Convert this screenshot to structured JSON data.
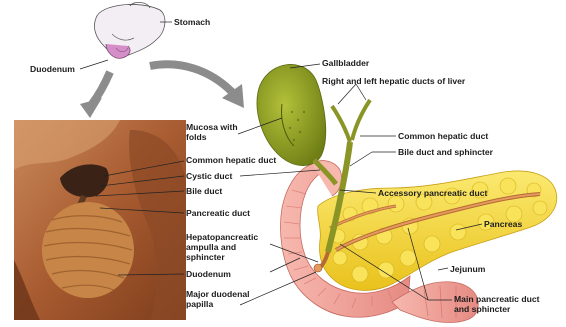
{
  "colors": {
    "background": "#ffffff",
    "stomach_icon": "#f2eef3",
    "duodenum_icon": "#d68ec9",
    "arrow_gray": "#8c8c8c",
    "photo_tissue": "#b96c3e",
    "photo_dark": "#4a2a1a",
    "gallbladder": "#7f8f1c",
    "bile_duct": "#8a9526",
    "duodenum": "#f2a39a",
    "duodenum_dark": "#d97a73",
    "pancreas": "#f4d63a",
    "pancreas_light": "#fbe970",
    "pancreatic_duct": "#d2844a",
    "label_text": "#1c1c1c",
    "leader_line": "#222222"
  },
  "icons": [
    "stomach-icon",
    "photo-dissection",
    "gallbladder-illustration",
    "pancreas-illustration",
    "duodenum-illustration"
  ],
  "labels": {
    "stomach": "Stomach",
    "duodenum_top": "Duodenum",
    "gallbladder": "Gallbladder",
    "hepatic_ducts": "Right and left hepatic ducts of liver",
    "mucosa": "Mucosa with folds",
    "common_hepatic_photo": "Common hepatic duct",
    "cystic_duct": "Cystic duct",
    "bile_duct": "Bile duct",
    "pancreatic_duct": "Pancreatic duct",
    "hepatopancreatic": "Hepatopancreatic ampulla and sphincter",
    "duodenum_photo": "Duodenum",
    "major_papilla": "Major duodenal papilla",
    "common_hepatic_right": "Common hepatic duct",
    "bile_duct_sphincter": "Bile duct and sphincter",
    "accessory": "Accessory pancreatic duct",
    "pancreas": "Pancreas",
    "jejunum": "Jejunum",
    "main_pancreatic": "Main pancreatic duct and sphincter"
  }
}
